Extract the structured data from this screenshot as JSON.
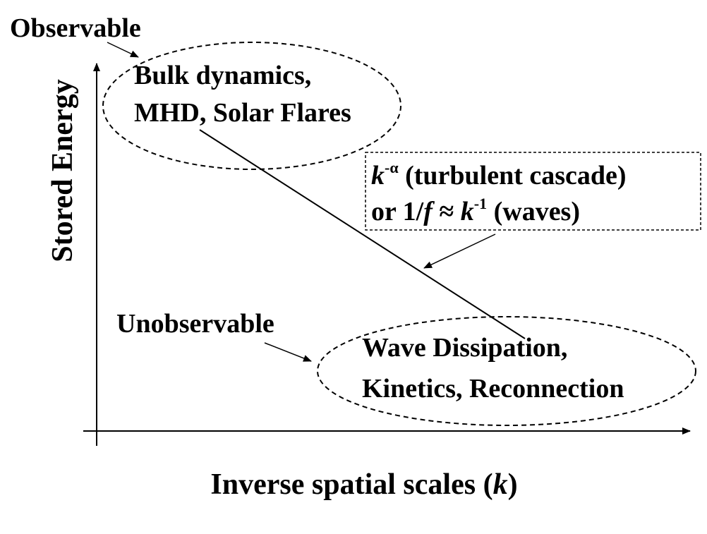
{
  "labels": {
    "observable": "Observable",
    "unobservable": "Unobservable",
    "y_axis": "Stored Energy",
    "x_axis_prefix": "Inverse spatial scales (",
    "x_axis_var": "k",
    "x_axis_suffix": ")"
  },
  "regions": {
    "top": {
      "line1": "Bulk dynamics,",
      "line2": "MHD, Solar Flares"
    },
    "bottom": {
      "line1": "Wave Dissipation,",
      "line2": "Kinetics, Reconnection"
    }
  },
  "annotation": {
    "line1_var": "k",
    "line1_exp": "-α",
    "line1_text": "(turbulent cascade)",
    "line2_pre": "or 1/",
    "line2_f": "f",
    "line2_approx": "≈",
    "line2_var": "k",
    "line2_exp": "-1",
    "line2_text": "(waves)"
  },
  "colors": {
    "ink": "#000000",
    "background": "#ffffff"
  }
}
